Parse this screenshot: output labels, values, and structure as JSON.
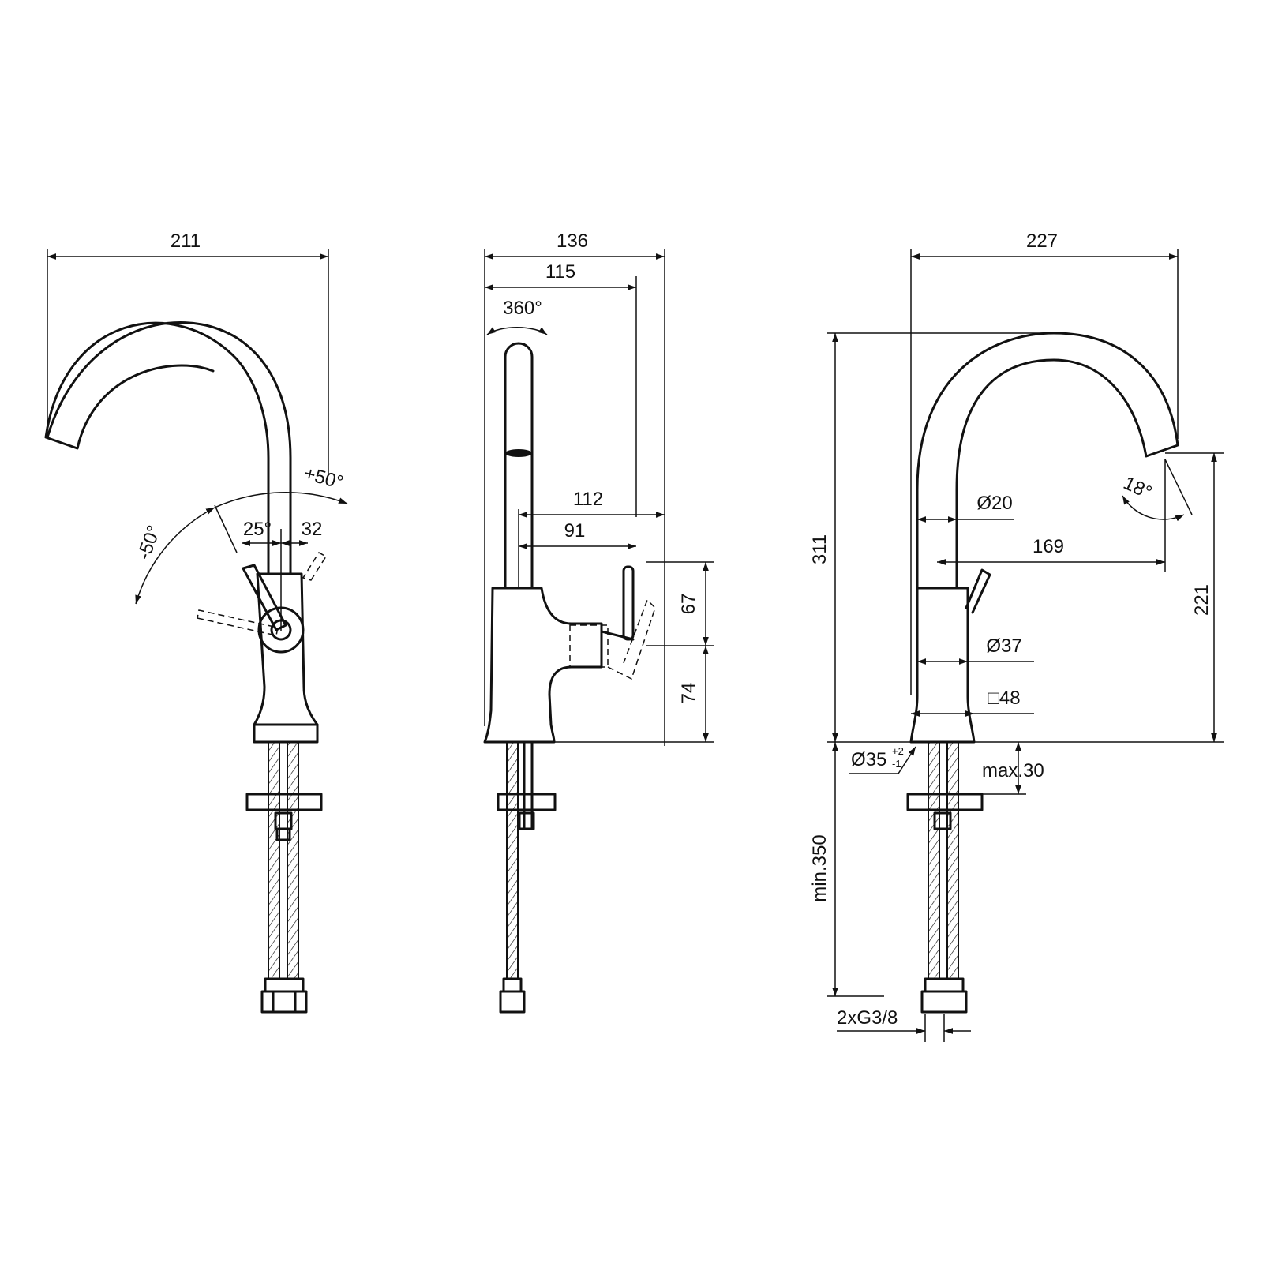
{
  "views": {
    "front": {
      "width": "211",
      "angle_minus": "-50°",
      "angle_plus": "+50°",
      "offset_25": "25°",
      "offset_32": "32"
    },
    "side": {
      "width_136": "136",
      "width_115": "115",
      "rotation": "360°",
      "lever_reach_112": "112",
      "lever_reach_91": "91",
      "height_67": "67",
      "height_74": "74"
    },
    "profile": {
      "width_227": "227",
      "height_311": "311",
      "height_221": "221",
      "spout_angle": "18°",
      "pipe_diameter": "Ø20",
      "spout_reach": "169",
      "body_diameter": "Ø37",
      "base_square": "□48",
      "hole_diameter": "Ø35",
      "hole_tol_plus": "+2",
      "hole_tol_minus": "-1",
      "counter_max": "max.30",
      "hose_min": "min.350",
      "connections": "2xG3/8"
    }
  }
}
